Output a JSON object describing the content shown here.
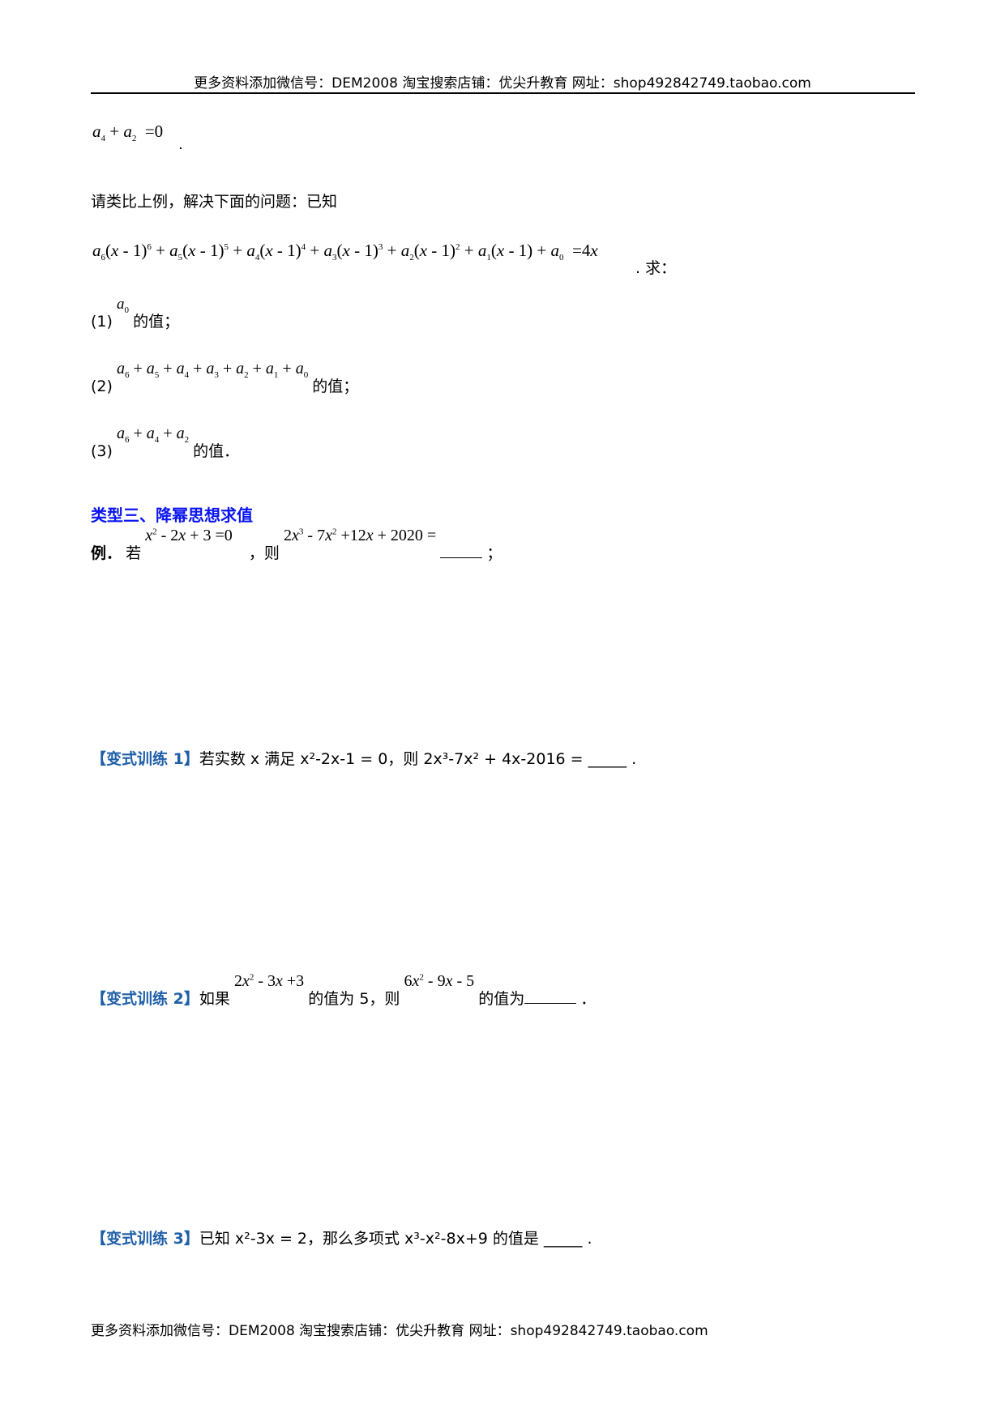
{
  "header": {
    "text": "更多资料添加微信号：DEM2008 淘宝搜索店铺：优尖升教育 网址：shop492842749.taobao.com"
  },
  "footer": {
    "text": "更多资料添加微信号：DEM2008 淘宝搜索店铺：优尖升教育 网址：shop492842749.taobao.com"
  },
  "intro": {
    "prev_eq": "a₄ + a₂ = 0",
    "prev_eq_period": ".",
    "analogy": "请类比上例，解决下面的问题：已知",
    "given_eq": "a₆(x - 1)⁶ + a₅(x - 1)⁵ + a₄(x - 1)⁴ + a₃(x - 1)³ + a₂(x - 1)² + a₁(x - 1) + a₀ = 4x",
    "ask": ". 求："
  },
  "questions": [
    {
      "num": "(1)",
      "expr": "a₀",
      "tail": "的值；"
    },
    {
      "num": "(2)",
      "expr": "a₆ + a₅ + a₄ + a₃ + a₂ + a₁ + a₀",
      "tail": "的值；"
    },
    {
      "num": "(3)",
      "expr": "a₆ + a₄ + a₂",
      "tail": "的值．"
    }
  ],
  "section3": {
    "title": "类型三、降幂思想求值",
    "example_label": "例．",
    "example_if": "若",
    "example_cond": "x² - 2x + 3 = 0",
    "example_then": "，则",
    "example_expr": "2x³ - 7x² + 12x + 2020 =",
    "example_end": "；"
  },
  "variants": [
    {
      "label": "【变式训练 1】",
      "text": "若实数 x 满足 x²-2x-1 = 0，则 2x³-7x² + 4x-2016 = _____ ."
    },
    {
      "label": "【变式训练 2】",
      "pre": "如果",
      "expr1": "2x² - 3x + 3",
      "mid": "的值为 5，则",
      "expr2": "6x² - 9x - 5",
      "post": "的值为",
      "end": "．"
    },
    {
      "label": "【变式训练 3】",
      "text": "已知 x²-3x = 2，那么多项式 x³-x²-8x+9 的值是 _____ ."
    }
  ]
}
